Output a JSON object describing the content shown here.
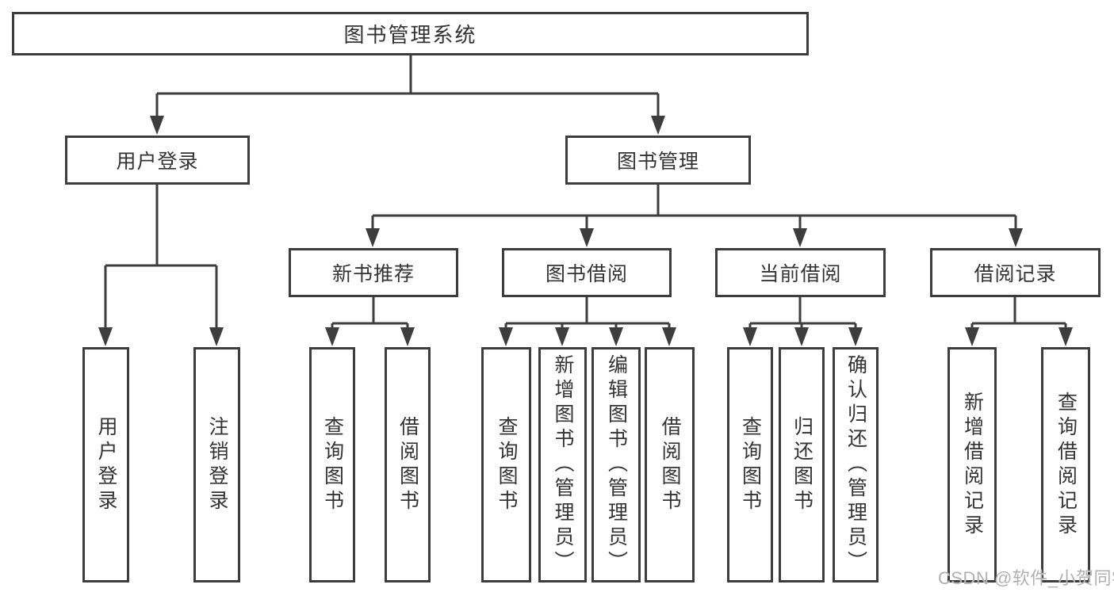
{
  "diagram": {
    "root": {
      "label": "图书管理系统"
    },
    "level2": [
      {
        "label": "用户登录"
      },
      {
        "label": "图书管理"
      }
    ],
    "level3": [
      {
        "label": "新书推荐"
      },
      {
        "label": "图书借阅"
      },
      {
        "label": "当前借阅"
      },
      {
        "label": "借阅记录"
      }
    ],
    "leaves": {
      "login": [
        "用户登录",
        "注销登录"
      ],
      "new_books": [
        "查询图书",
        "借阅图书"
      ],
      "book_borrow": [
        "查询图书",
        "新增图书（管理员）",
        "编辑图书（管理员）",
        "借阅图书"
      ],
      "current_borrow": [
        "查询图书",
        "归还图书",
        "确认归还（管理员）"
      ],
      "borrow_records": [
        "新增借阅记录",
        "查询借阅记录"
      ]
    },
    "watermark": "CSDN @软件_小贺同学",
    "colors": {
      "line": "#3d3d3d",
      "text": "#333333",
      "watermark": "#b0b0b0"
    }
  }
}
